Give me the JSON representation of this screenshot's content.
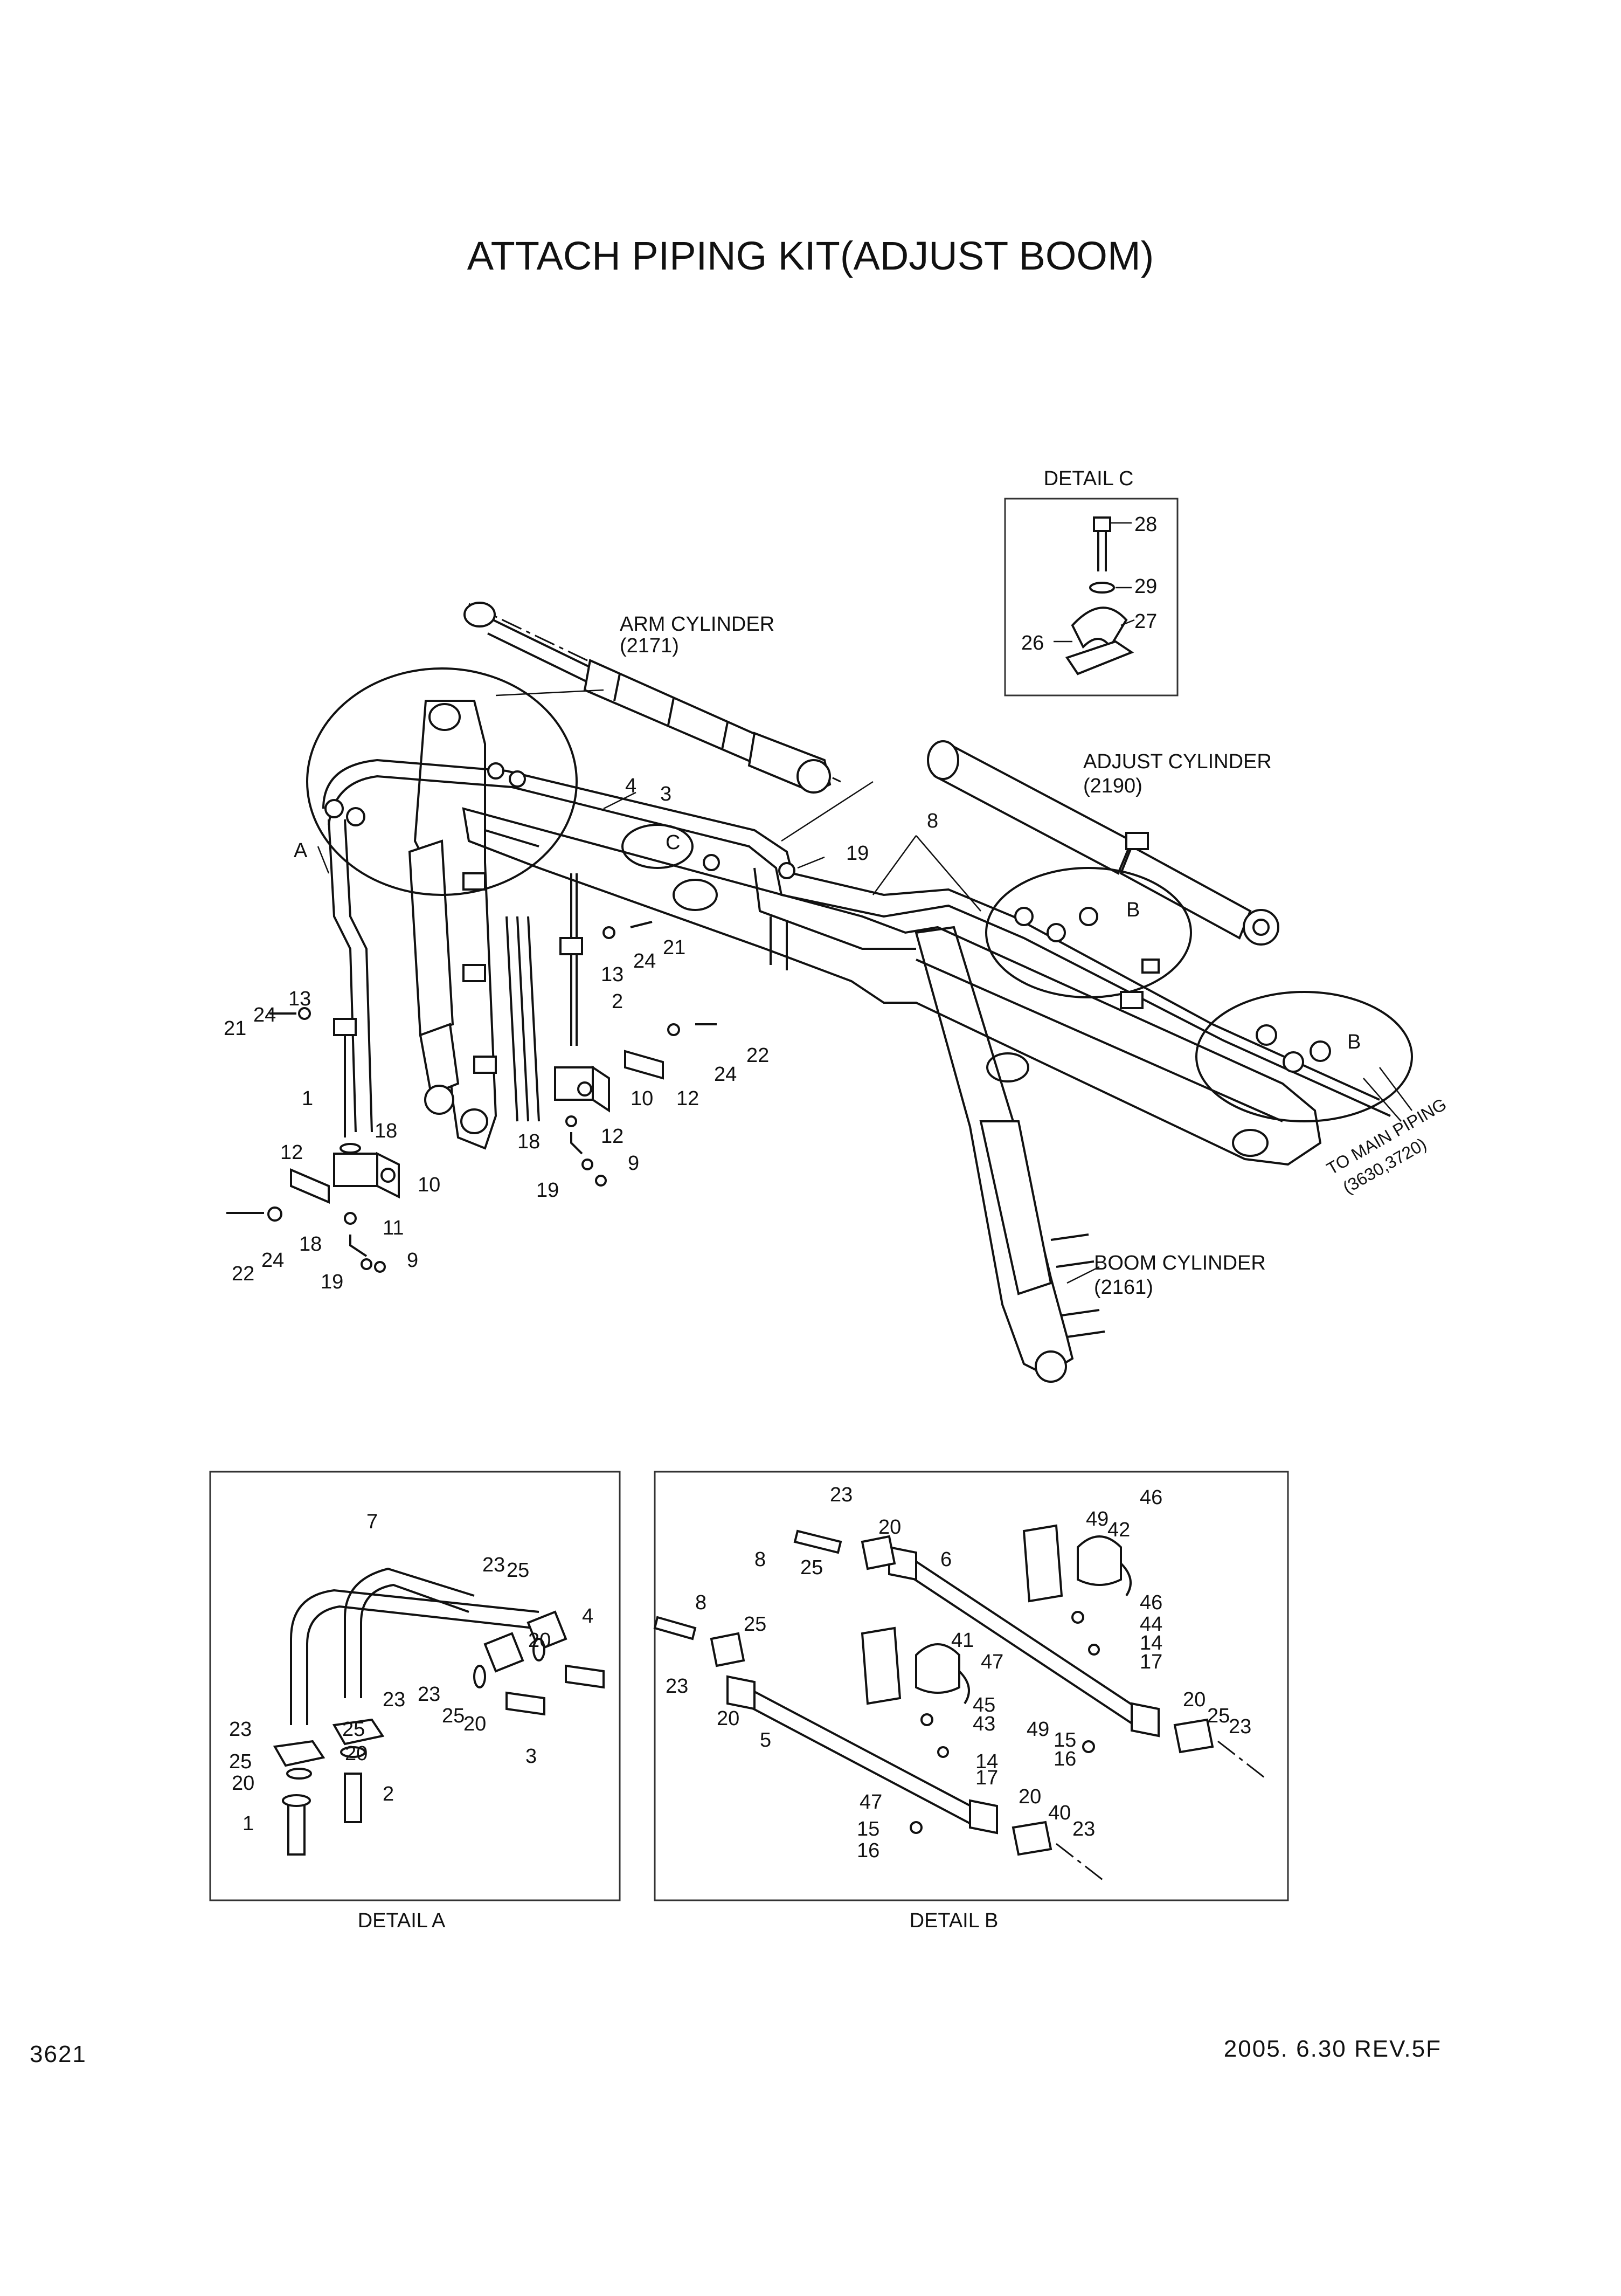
{
  "title": "ATTACH PIPING KIT(ADJUST BOOM)",
  "page_number": "3621",
  "revision": "2005. 6.30  REV.5F",
  "detail_captions": {
    "a": "DETAIL  A",
    "b": "DETAIL  B",
    "c": "DETAIL  C"
  },
  "callout_letters": {
    "a": "A",
    "b1": "B",
    "b2": "B",
    "c": "C"
  },
  "annotations": {
    "arm_cylinder": "ARM CYLINDER",
    "arm_cylinder_ref": "(2171)",
    "adjust_cylinder": "ADJUST CYLINDER",
    "adjust_cylinder_ref": "(2190)",
    "boom_cylinder": "BOOM CYLINDER",
    "boom_cylinder_ref": "(2161)",
    "to_main_piping": "TO MAIN PIPING",
    "to_main_piping_ref": "(3630,3720)"
  },
  "part_labels": {
    "main": [
      "1",
      "2",
      "3",
      "4",
      "8",
      "9",
      "9",
      "10",
      "10",
      "11",
      "12",
      "12",
      "12",
      "13",
      "13",
      "18",
      "18",
      "18",
      "19",
      "19",
      "19",
      "21",
      "21",
      "22",
      "22",
      "24",
      "24",
      "24",
      "24"
    ],
    "detail_c": [
      "26",
      "27",
      "28",
      "29"
    ],
    "detail_a": [
      "1",
      "2",
      "3",
      "4",
      "7",
      "20",
      "20",
      "20",
      "20",
      "23",
      "23",
      "23",
      "23",
      "25",
      "25",
      "25",
      "25"
    ],
    "detail_b": [
      "5",
      "6",
      "8",
      "8",
      "14",
      "14",
      "15",
      "15",
      "16",
      "16",
      "17",
      "17",
      "20",
      "20",
      "20",
      "20",
      "23",
      "23",
      "23",
      "23",
      "25",
      "25",
      "25",
      "40",
      "41",
      "42",
      "43",
      "44",
      "45",
      "46",
      "46",
      "47",
      "47",
      "49",
      "49"
    ]
  }
}
